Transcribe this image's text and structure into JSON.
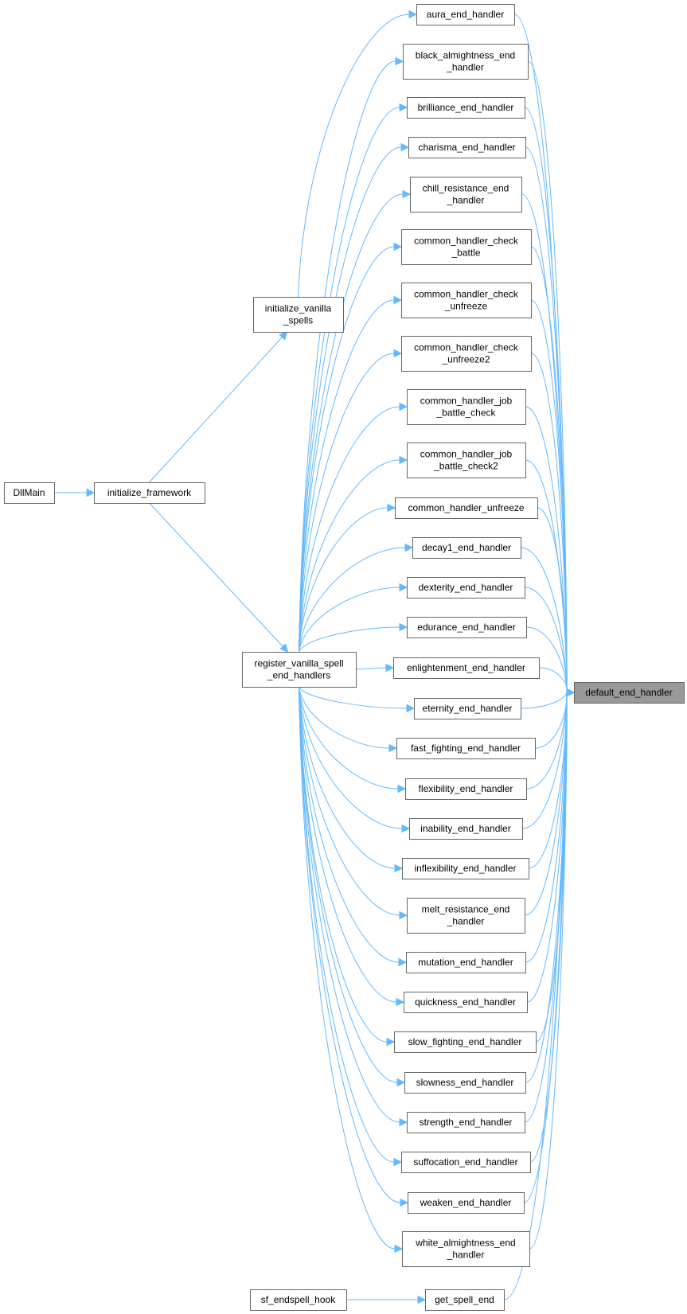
{
  "diagram": {
    "nodes": [
      {
        "id": "dllmain",
        "lines": [
          "DllMain"
        ]
      },
      {
        "id": "initialize_framework",
        "lines": [
          "initialize_framework"
        ]
      },
      {
        "id": "initialize_vanilla_spells",
        "lines": [
          "initialize_vanilla",
          "_spells"
        ]
      },
      {
        "id": "register_vanilla_spell_end_handlers",
        "lines": [
          "register_vanilla_spell",
          "_end_handlers"
        ]
      },
      {
        "id": "sf_endspell_hook",
        "lines": [
          "sf_endspell_hook"
        ]
      },
      {
        "id": "get_spell_end",
        "lines": [
          "get_spell_end"
        ]
      },
      {
        "id": "default_end_handler",
        "lines": [
          "default_end_handler"
        ],
        "focus": true
      },
      {
        "id": "aura_end_handler",
        "lines": [
          "aura_end_handler"
        ]
      },
      {
        "id": "black_almightness_end_handler",
        "lines": [
          "black_almightness_end",
          "_handler"
        ]
      },
      {
        "id": "brilliance_end_handler",
        "lines": [
          "brilliance_end_handler"
        ]
      },
      {
        "id": "charisma_end_handler",
        "lines": [
          "charisma_end_handler"
        ]
      },
      {
        "id": "chill_resistance_end_handler",
        "lines": [
          "chill_resistance_end",
          "_handler"
        ]
      },
      {
        "id": "common_handler_check_battle",
        "lines": [
          "common_handler_check",
          "_battle"
        ]
      },
      {
        "id": "common_handler_check_unfreeze",
        "lines": [
          "common_handler_check",
          "_unfreeze"
        ]
      },
      {
        "id": "common_handler_check_unfreeze2",
        "lines": [
          "common_handler_check",
          "_unfreeze2"
        ]
      },
      {
        "id": "common_handler_job_battle_check",
        "lines": [
          "common_handler_job",
          "_battle_check"
        ]
      },
      {
        "id": "common_handler_job_battle_check2",
        "lines": [
          "common_handler_job",
          "_battle_check2"
        ]
      },
      {
        "id": "common_handler_unfreeze",
        "lines": [
          "common_handler_unfreeze"
        ]
      },
      {
        "id": "decay1_end_handler",
        "lines": [
          "decay1_end_handler"
        ]
      },
      {
        "id": "dexterity_end_handler",
        "lines": [
          "dexterity_end_handler"
        ]
      },
      {
        "id": "edurance_end_handler",
        "lines": [
          "edurance_end_handler"
        ]
      },
      {
        "id": "enlightenment_end_handler",
        "lines": [
          "enlightenment_end_handler"
        ]
      },
      {
        "id": "eternity_end_handler",
        "lines": [
          "eternity_end_handler"
        ]
      },
      {
        "id": "fast_fighting_end_handler",
        "lines": [
          "fast_fighting_end_handler"
        ]
      },
      {
        "id": "flexibility_end_handler",
        "lines": [
          "flexibility_end_handler"
        ]
      },
      {
        "id": "inability_end_handler",
        "lines": [
          "inability_end_handler"
        ]
      },
      {
        "id": "inflexibility_end_handler",
        "lines": [
          "inflexibility_end_handler"
        ]
      },
      {
        "id": "melt_resistance_end_handler",
        "lines": [
          "melt_resistance_end",
          "_handler"
        ]
      },
      {
        "id": "mutation_end_handler",
        "lines": [
          "mutation_end_handler"
        ]
      },
      {
        "id": "quickness_end_handler",
        "lines": [
          "quickness_end_handler"
        ]
      },
      {
        "id": "slow_fighting_end_handler",
        "lines": [
          "slow_fighting_end_handler"
        ]
      },
      {
        "id": "slowness_end_handler",
        "lines": [
          "slowness_end_handler"
        ]
      },
      {
        "id": "strength_end_handler",
        "lines": [
          "strength_end_handler"
        ]
      },
      {
        "id": "suffocation_end_handler",
        "lines": [
          "suffocation_end_handler"
        ]
      },
      {
        "id": "weaken_end_handler",
        "lines": [
          "weaken_end_handler"
        ]
      },
      {
        "id": "white_almightness_end_handler",
        "lines": [
          "white_almightness_end",
          "_handler"
        ]
      }
    ],
    "edges": [
      {
        "from": "dllmain",
        "to": "initialize_framework"
      },
      {
        "from": "initialize_framework",
        "to": "initialize_vanilla_spells"
      },
      {
        "from": "initialize_framework",
        "to": "register_vanilla_spell_end_handlers"
      },
      {
        "from": "sf_endspell_hook",
        "to": "get_spell_end"
      },
      {
        "from": "get_spell_end",
        "to": "default_end_handler"
      },
      {
        "from": "initialize_vanilla_spells",
        "to": "aura_end_handler"
      },
      {
        "from": "register_vanilla_spell_end_handlers",
        "to": "black_almightness_end_handler"
      },
      {
        "from": "register_vanilla_spell_end_handlers",
        "to": "brilliance_end_handler"
      },
      {
        "from": "register_vanilla_spell_end_handlers",
        "to": "charisma_end_handler"
      },
      {
        "from": "register_vanilla_spell_end_handlers",
        "to": "chill_resistance_end_handler"
      },
      {
        "from": "register_vanilla_spell_end_handlers",
        "to": "common_handler_check_battle"
      },
      {
        "from": "register_vanilla_spell_end_handlers",
        "to": "common_handler_check_unfreeze"
      },
      {
        "from": "register_vanilla_spell_end_handlers",
        "to": "common_handler_check_unfreeze2"
      },
      {
        "from": "register_vanilla_spell_end_handlers",
        "to": "common_handler_job_battle_check"
      },
      {
        "from": "register_vanilla_spell_end_handlers",
        "to": "common_handler_job_battle_check2"
      },
      {
        "from": "register_vanilla_spell_end_handlers",
        "to": "common_handler_unfreeze"
      },
      {
        "from": "register_vanilla_spell_end_handlers",
        "to": "decay1_end_handler"
      },
      {
        "from": "register_vanilla_spell_end_handlers",
        "to": "dexterity_end_handler"
      },
      {
        "from": "register_vanilla_spell_end_handlers",
        "to": "edurance_end_handler"
      },
      {
        "from": "register_vanilla_spell_end_handlers",
        "to": "enlightenment_end_handler"
      },
      {
        "from": "register_vanilla_spell_end_handlers",
        "to": "eternity_end_handler"
      },
      {
        "from": "register_vanilla_spell_end_handlers",
        "to": "fast_fighting_end_handler"
      },
      {
        "from": "register_vanilla_spell_end_handlers",
        "to": "flexibility_end_handler"
      },
      {
        "from": "register_vanilla_spell_end_handlers",
        "to": "inability_end_handler"
      },
      {
        "from": "register_vanilla_spell_end_handlers",
        "to": "inflexibility_end_handler"
      },
      {
        "from": "register_vanilla_spell_end_handlers",
        "to": "melt_resistance_end_handler"
      },
      {
        "from": "register_vanilla_spell_end_handlers",
        "to": "mutation_end_handler"
      },
      {
        "from": "register_vanilla_spell_end_handlers",
        "to": "quickness_end_handler"
      },
      {
        "from": "register_vanilla_spell_end_handlers",
        "to": "slow_fighting_end_handler"
      },
      {
        "from": "register_vanilla_spell_end_handlers",
        "to": "slowness_end_handler"
      },
      {
        "from": "register_vanilla_spell_end_handlers",
        "to": "strength_end_handler"
      },
      {
        "from": "register_vanilla_spell_end_handlers",
        "to": "suffocation_end_handler"
      },
      {
        "from": "register_vanilla_spell_end_handlers",
        "to": "weaken_end_handler"
      },
      {
        "from": "register_vanilla_spell_end_handlers",
        "to": "white_almightness_end_handler"
      },
      {
        "from": "aura_end_handler",
        "to": "default_end_handler"
      },
      {
        "from": "black_almightness_end_handler",
        "to": "default_end_handler"
      },
      {
        "from": "brilliance_end_handler",
        "to": "default_end_handler"
      },
      {
        "from": "charisma_end_handler",
        "to": "default_end_handler"
      },
      {
        "from": "chill_resistance_end_handler",
        "to": "default_end_handler"
      },
      {
        "from": "common_handler_check_battle",
        "to": "default_end_handler"
      },
      {
        "from": "common_handler_check_unfreeze",
        "to": "default_end_handler"
      },
      {
        "from": "common_handler_check_unfreeze2",
        "to": "default_end_handler"
      },
      {
        "from": "common_handler_job_battle_check",
        "to": "default_end_handler"
      },
      {
        "from": "common_handler_job_battle_check2",
        "to": "default_end_handler"
      },
      {
        "from": "common_handler_unfreeze",
        "to": "default_end_handler"
      },
      {
        "from": "decay1_end_handler",
        "to": "default_end_handler"
      },
      {
        "from": "dexterity_end_handler",
        "to": "default_end_handler"
      },
      {
        "from": "edurance_end_handler",
        "to": "default_end_handler"
      },
      {
        "from": "enlightenment_end_handler",
        "to": "default_end_handler"
      },
      {
        "from": "eternity_end_handler",
        "to": "default_end_handler"
      },
      {
        "from": "fast_fighting_end_handler",
        "to": "default_end_handler"
      },
      {
        "from": "flexibility_end_handler",
        "to": "default_end_handler"
      },
      {
        "from": "inability_end_handler",
        "to": "default_end_handler"
      },
      {
        "from": "inflexibility_end_handler",
        "to": "default_end_handler"
      },
      {
        "from": "melt_resistance_end_handler",
        "to": "default_end_handler"
      },
      {
        "from": "mutation_end_handler",
        "to": "default_end_handler"
      },
      {
        "from": "quickness_end_handler",
        "to": "default_end_handler"
      },
      {
        "from": "slow_fighting_end_handler",
        "to": "default_end_handler"
      },
      {
        "from": "slowness_end_handler",
        "to": "default_end_handler"
      },
      {
        "from": "strength_end_handler",
        "to": "default_end_handler"
      },
      {
        "from": "suffocation_end_handler",
        "to": "default_end_handler"
      },
      {
        "from": "weaken_end_handler",
        "to": "default_end_handler"
      },
      {
        "from": "white_almightness_end_handler",
        "to": "default_end_handler"
      }
    ],
    "colors": {
      "edge": "#63b8ff",
      "node_border": "#666666",
      "node_fill": "#ffffff",
      "focus_fill": "#999999"
    }
  }
}
